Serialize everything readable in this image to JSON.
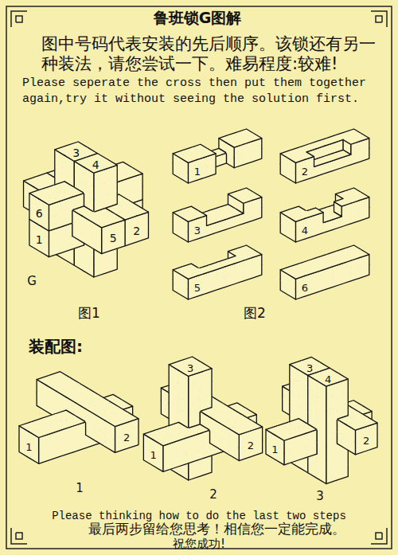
{
  "diagram": {
    "title": "鲁班锁G图解",
    "labels": [
      "图中号码代表安装的先后顺序。该锁还有另一",
      "种装法，请您尝试一下。难易程度:较难!",
      "Please seperate the cross then put them together again,try it without seeing the solution first.",
      "3",
      "4",
      "6",
      "5",
      "2",
      "1",
      "G",
      "图1",
      "1",
      "2",
      "3",
      "4",
      "5",
      "6",
      "图2",
      "装配图:",
      "1",
      "2",
      "1",
      "3",
      "1",
      "2",
      "2",
      "3",
      "4",
      "1",
      "2",
      "3",
      "Please thinking how to do the last two steps",
      "最后两步留给您思考！相信您一定能完成。",
      "祝您成功!"
    ]
  }
}
